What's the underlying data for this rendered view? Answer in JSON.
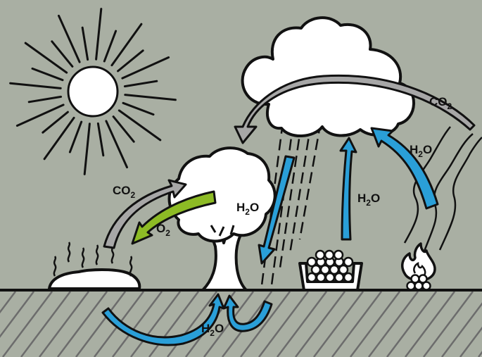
{
  "colors": {
    "background": "#a9afa3",
    "outline": "#111111",
    "fill": "#ffffff",
    "water_arrow": "#2a9fd8",
    "co2_arrow": "#a7a7a7",
    "o2_arrow": "#8dbb25"
  },
  "labels": {
    "co2_cloud": {
      "main": "CO",
      "sub": "2"
    },
    "co2_tree": {
      "main": "CO",
      "sub": "2"
    },
    "o2_tree": {
      "main": "O",
      "sub": "2"
    },
    "h2o_rain": {
      "main": "H",
      "sub": "2",
      "tail": "O"
    },
    "h2o_evaporation": {
      "main": "H",
      "sub": "2",
      "tail": "O"
    },
    "h2o_fire": {
      "main": "H",
      "sub": "2",
      "tail": "O"
    },
    "h2o_ground": {
      "main": "H",
      "sub": "2",
      "tail": "O"
    }
  },
  "icons": [
    "sun-icon",
    "cloud-icon",
    "rain-lines",
    "tree-icon",
    "compost-heap-icon",
    "log-pile-icon",
    "campfire-icon",
    "smoke-lines",
    "ground-hatching"
  ]
}
